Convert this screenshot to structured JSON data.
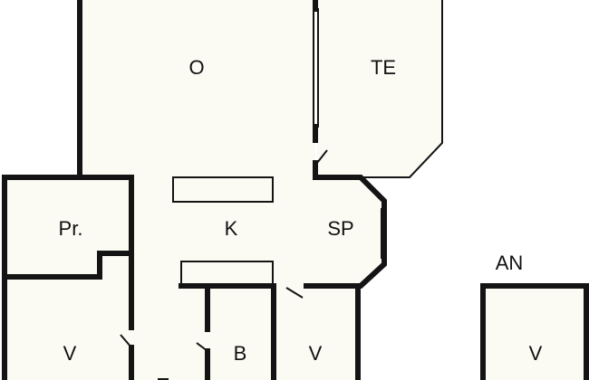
{
  "floorplan": {
    "colors": {
      "wall": "#141414",
      "room_fill": "#fbfbf3",
      "background": "#ffffff"
    },
    "rooms": {
      "o": "O",
      "te": "TE",
      "pr": "Pr.",
      "k": "K",
      "sp": "SP",
      "an": "AN",
      "v_left": "V",
      "b": "B",
      "v_mid": "V",
      "v_right": "V"
    }
  }
}
